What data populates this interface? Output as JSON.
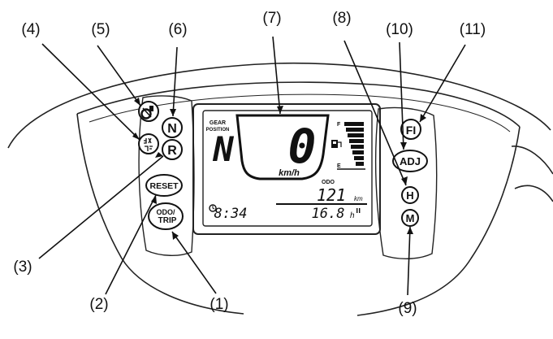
{
  "callouts": [
    "(1)",
    "(2)",
    "(3)",
    "(4)",
    "(5)",
    "(6)",
    "(7)",
    "(8)",
    "(9)",
    "(10)",
    "(11)"
  ],
  "buttons": {
    "neutral": "N",
    "reverse": "R",
    "reset": "RESET",
    "odo_trip_top": "ODO/",
    "odo_trip_bottom": "TRIP",
    "hour": "H",
    "minute": "M",
    "adjust": "ADJ",
    "fi": "FI"
  },
  "display": {
    "gear_label_top": "GEAR",
    "gear_label_bottom": "POSITION",
    "gear_big": "N",
    "speed_value": "0",
    "speed_unit": "km/h",
    "odo_label": "ODO",
    "odo_value": "121",
    "odo_unit": "km",
    "clock": "8:34",
    "hours_value": "16.8",
    "hours_unit": "h",
    "fuel_full": "F",
    "fuel_empty": "E"
  }
}
